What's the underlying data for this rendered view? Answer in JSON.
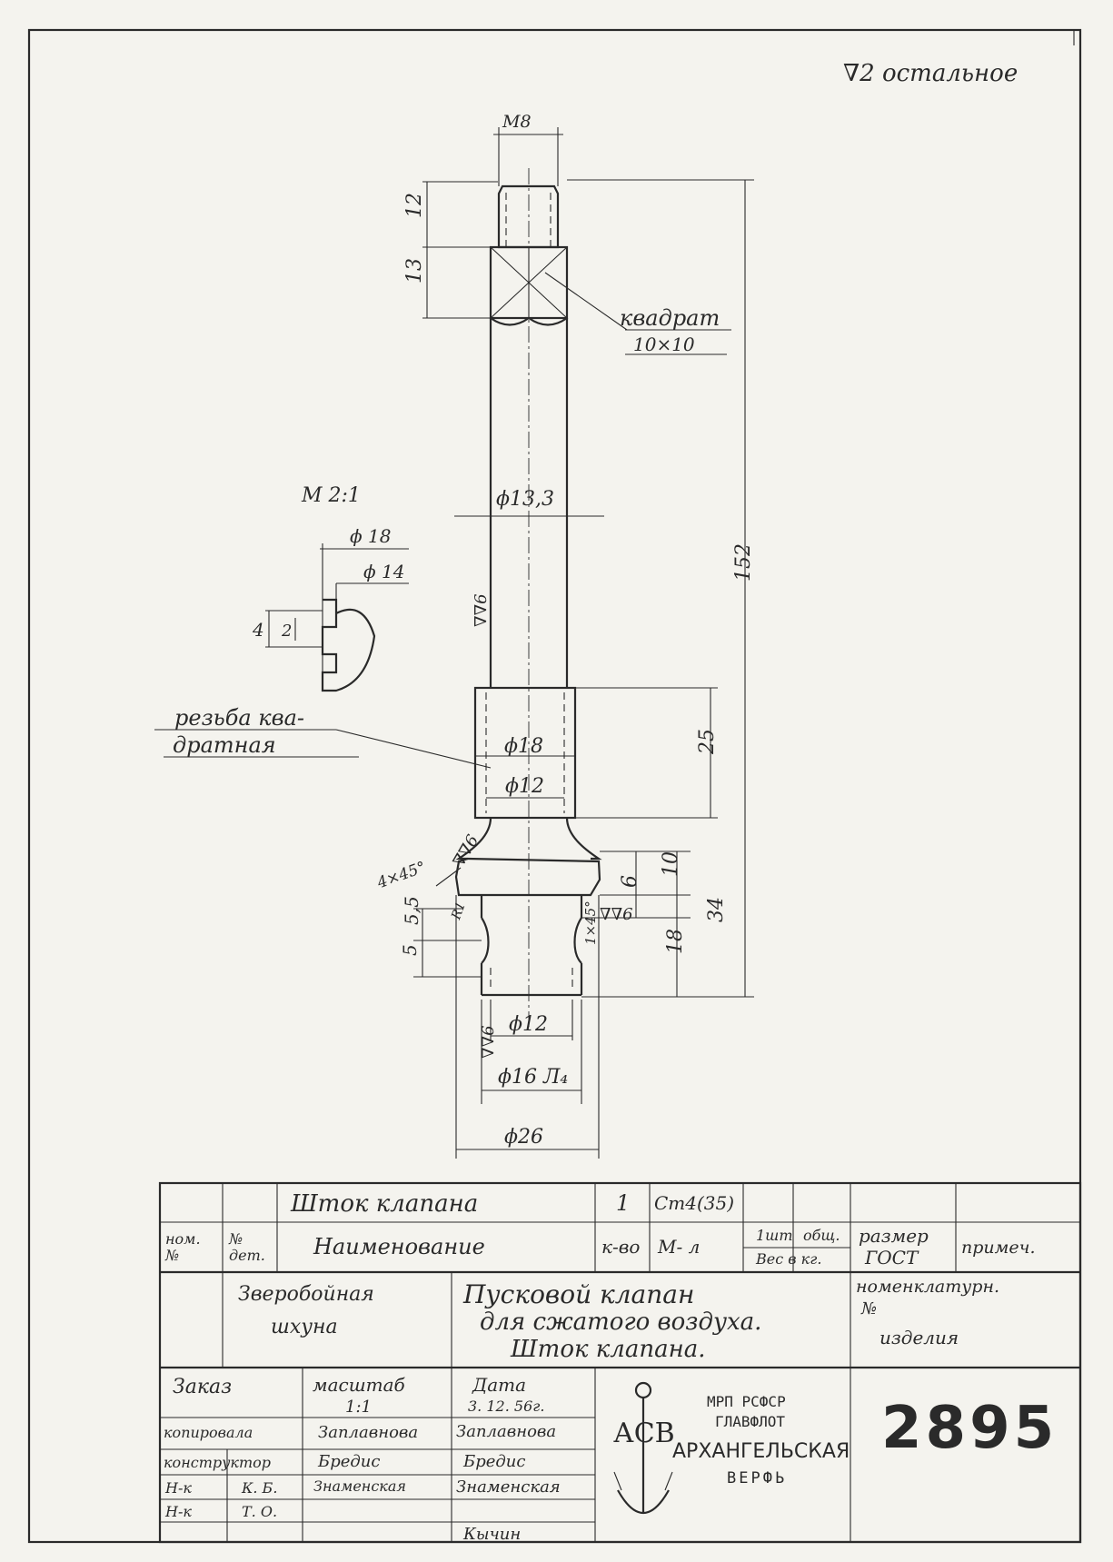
{
  "roughness_note": "∇2 остальное",
  "dimensions": {
    "thread_m8": "М8",
    "len_12": "12",
    "len_13": "13",
    "square_label": "квадрат",
    "square_size": "10×10",
    "dia_13_3": "ϕ13,3",
    "len_152": "152",
    "rough_stem": "∇∇6",
    "scale_detail": "М 2:1",
    "detail_d18": "ϕ 18",
    "detail_d14": "ϕ 14",
    "detail_4": "4",
    "detail_2": "2",
    "thread_note_1": "резьба ква-",
    "thread_note_2": "дратная",
    "dia_18": "ϕ18",
    "dia_12_inner": "ϕ12",
    "len_25": "25",
    "chamfer_4x45": "4×45°",
    "rough_cone": "∇∇6",
    "len_10": "10",
    "len_6": "6",
    "rough_face": "∇∇6",
    "len_34": "34",
    "len_5_5": "5,5",
    "len_5": "5",
    "radius_r1": "R1",
    "chamfer_1x45": "1×45°",
    "len_18": "18",
    "dia_12_bottom": "ϕ12",
    "rough_bottom": "∇∇6",
    "dia_16": "ϕ16 Л₄",
    "dia_26": "ϕ26"
  },
  "title_block": {
    "part_name": "Шток клапана",
    "qty": "1",
    "material": "Ст4(35)",
    "hdr_pos_no": "ном. №",
    "hdr_det_no": "№ дет.",
    "hdr_name": "Наименование",
    "hdr_qty": "к-во",
    "hdr_material": "М- л",
    "hdr_weight_1": "1шт",
    "hdr_weight_2": "общ.",
    "hdr_weight_3": "Вес в кг.",
    "hdr_size_1": "размер",
    "hdr_size_2": "ГОСТ",
    "hdr_remarks": "примеч.",
    "vessel_1": "Зверобойная",
    "vessel_2": "шхуна",
    "title_1": "Пусковой клапан",
    "title_2": "для сжатого воздуха.",
    "title_3": "Шток клапана.",
    "nomenclature_1": "номенклатурн.",
    "nomenclature_2": "№",
    "nomenclature_3": "изделия",
    "order_label": "Заказ",
    "scale_label": "масштаб",
    "scale_value": "1:1",
    "date_label": "Дата",
    "date_value": "3. 12. 56г.",
    "role_copied": "копировала",
    "role_designer": "конструктор",
    "role_hk1": "Н-к",
    "role_hk1_dept": "К. Б.",
    "role_hk2": "Н-к",
    "role_hk2_dept": "Т. О.",
    "sig_1": "Заплавнова",
    "sig_2": "Бредис",
    "sig_3": "Знаменская",
    "name_copied": "Заплавнова",
    "name_designer": "Бредис",
    "name_hk1": "Знаменская",
    "name_hk2": "Кычин",
    "org_1": "МРП РСФСР",
    "org_2": "ГЛАВФЛОТ",
    "org_3": "АРХАНГЕЛЬСКАЯ",
    "org_4": "ВЕРФЬ",
    "logo_text": "АСВ",
    "drawing_no": "2895"
  }
}
